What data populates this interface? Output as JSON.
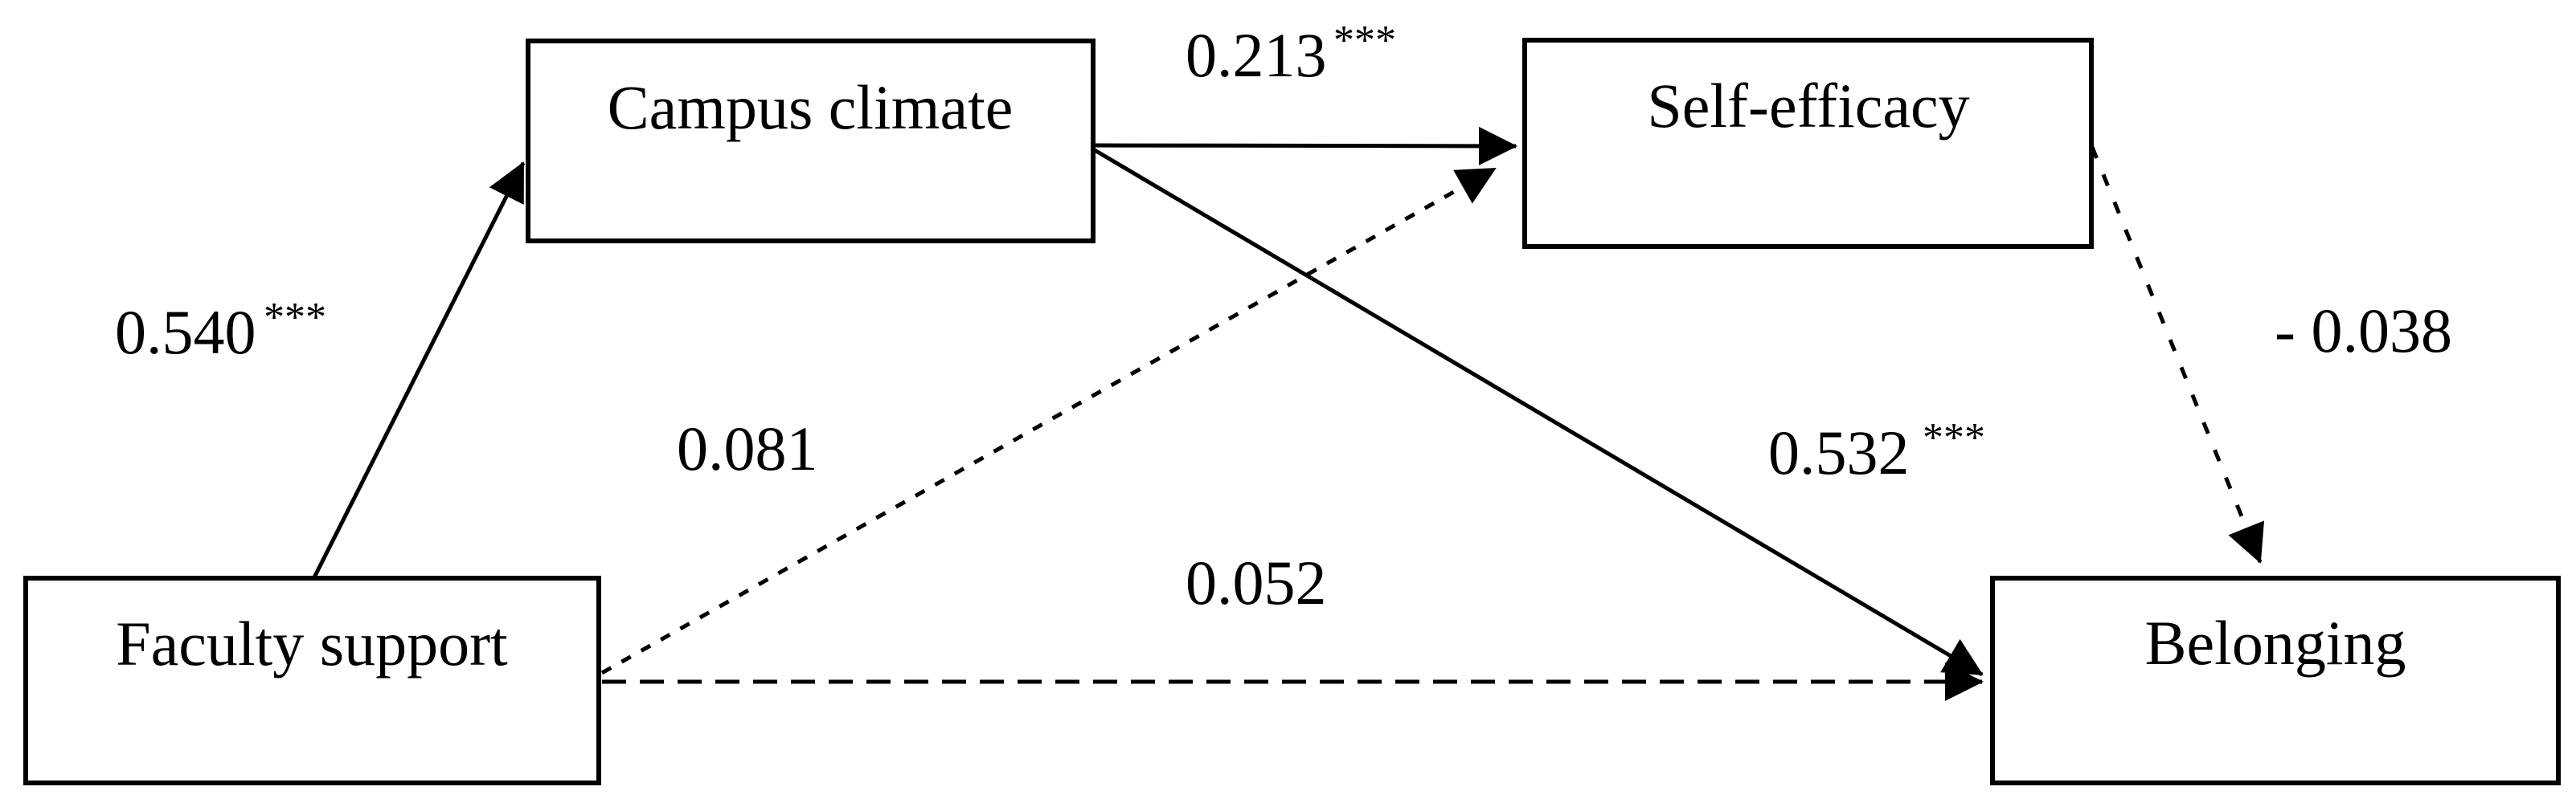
{
  "diagram": {
    "type": "path-model",
    "background_color": "#ffffff",
    "line_color": "#000000",
    "box_fill_color": "#ffffff",
    "nodes": [
      {
        "id": "faculty_support",
        "label": "Faculty support",
        "role": "predictor"
      },
      {
        "id": "campus_climate",
        "label": "Campus climate",
        "role": "mediator"
      },
      {
        "id": "self_efficacy",
        "label": "Self-efficacy",
        "role": "outcome"
      },
      {
        "id": "belonging",
        "label": "Belonging",
        "role": "outcome"
      }
    ],
    "edges": [
      {
        "from": "Faculty support",
        "to": "Campus climate",
        "coefficient": "0.540",
        "significance": "***",
        "line": "solid"
      },
      {
        "from": "Campus climate",
        "to": "Self-efficacy",
        "coefficient": "0.213",
        "significance": "***",
        "line": "solid"
      },
      {
        "from": "Faculty support",
        "to": "Self-efficacy",
        "coefficient": "0.081",
        "significance": "",
        "line": "dashed"
      },
      {
        "from": "Campus climate",
        "to": "Belonging",
        "coefficient": "0.532",
        "significance": "***",
        "line": "solid"
      },
      {
        "from": "Faculty support",
        "to": "Belonging",
        "coefficient": "0.052",
        "significance": "",
        "line": "dashed"
      },
      {
        "from": "Self-efficacy",
        "to": "Belonging",
        "coefficient": "- 0.038",
        "significance": "",
        "line": "dashed"
      }
    ]
  }
}
